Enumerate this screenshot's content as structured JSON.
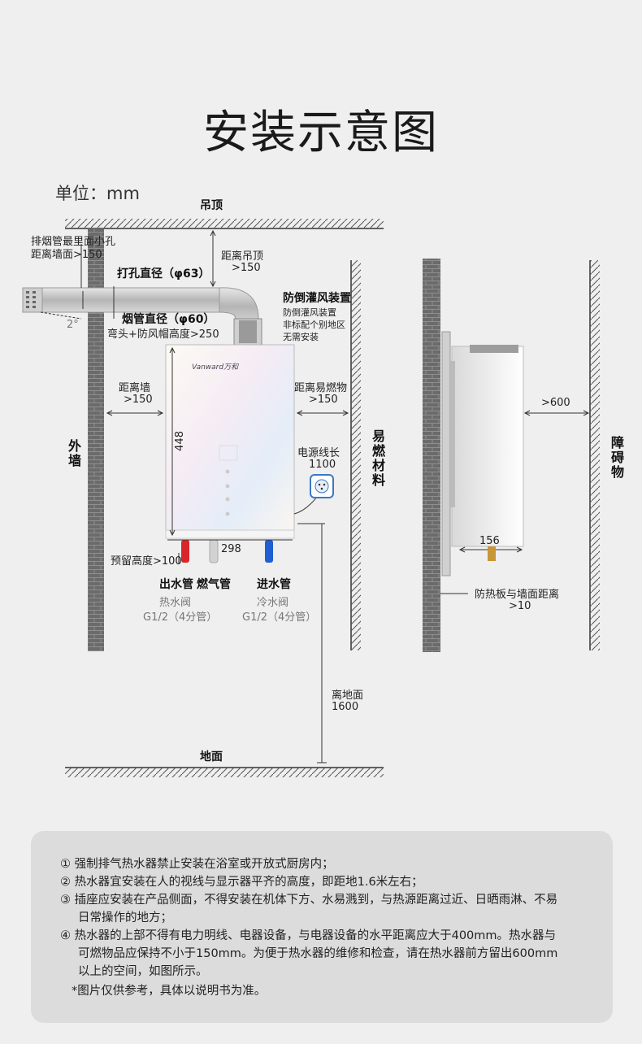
{
  "title": "安装示意图",
  "unit": "单位：mm",
  "labels": {
    "ceiling": "吊顶",
    "floor": "地面",
    "outer_wall": "外墙",
    "flammable": "易燃材料",
    "obstacle": "障碍物",
    "flue_wall_1": "排烟管最里面小孔",
    "flue_wall_2": "距离墙面>150",
    "hole_dia": "打孔直径（φ63）",
    "pipe_dia": "烟管直径（φ60）",
    "elbow": "弯头+防风帽高度>250",
    "slope": "2°",
    "ceiling_dist_1": "距离吊顶",
    "ceiling_dist_2": ">150",
    "wind_title": "防倒灌风装置",
    "wind_1": "防倒灌风装置",
    "wind_2": "非标配个别地区",
    "wind_3": "无需安装",
    "wall_dist_1": "距离墙",
    "wall_dist_2": ">150",
    "flam_dist_1": "距离易燃物",
    "flam_dist_2": ">150",
    "height": "448",
    "width": "298",
    "cable_1": "电源线长",
    "cable_2": "1100",
    "reserve": "预留高度>100",
    "out_water": "出水管",
    "gas": "燃气管",
    "in_water": "进水管",
    "hot_valve": "热水阀",
    "hot_spec": "G1/2（4分管）",
    "cold_valve": "冷水阀",
    "cold_spec": "G1/2（4分管）",
    "floor_dist_1": "离地面",
    "floor_dist_2": "1600",
    "front": ">600",
    "depth": "156",
    "heat_plate_1": "防热板与墙面距离",
    "heat_plate_2": ">10",
    "brand": "Vanward万和"
  },
  "notes": [
    "① 强制排气热水器禁止安装在浴室或开放式厨房内；",
    "② 热水器宜安装在人的视线与显示器平齐的高度，即距地1.6米左右；",
    "③ 插座应安装在产品侧面，不得安装在机体下方、水易溅到，与热源距离过近、日晒雨淋、不易",
    "日常操作的地方；",
    "④ 热水器的上部不得有电力明线、电器设备，与电器设备的水平距离应大于400mm。热水器与",
    "可燃物品应保持不小于150mm。为便于热水器的维修和检查，请在热水器前方留出600mm",
    "以上的空间，如图所示。",
    "*图片仅供参考，具体以说明书为准。"
  ],
  "colors": {
    "hot_pipe": "#d9262a",
    "cold_pipe": "#1f5fd1",
    "wall": "#6b6b6b"
  }
}
